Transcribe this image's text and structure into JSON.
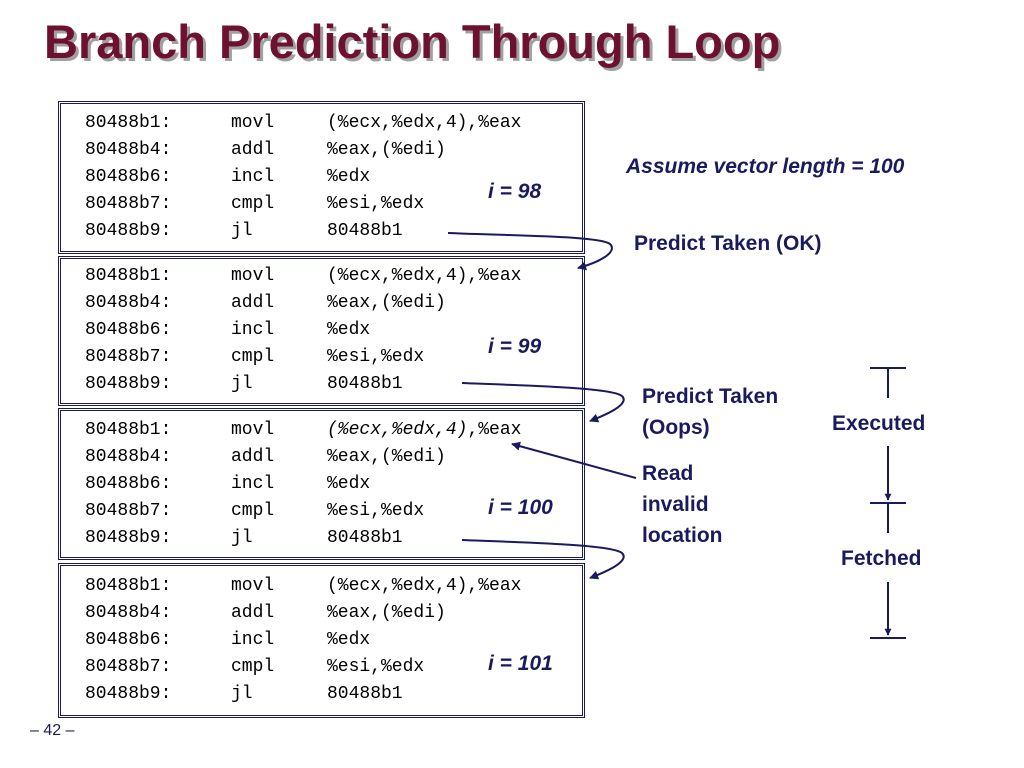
{
  "title": "Branch Prediction Through Loop",
  "assumption": "Assume vector length = 100",
  "blocks": [
    {
      "iteration": "i = 98",
      "rows": [
        {
          "addr": "80488b1:",
          "op": "movl",
          "arg": "(%ecx,%edx,4),%eax"
        },
        {
          "addr": "80488b4:",
          "op": "addl",
          "arg": "%eax,(%edi)"
        },
        {
          "addr": "80488b6:",
          "op": "incl",
          "arg": "%edx"
        },
        {
          "addr": "80488b7:",
          "op": "cmpl",
          "arg": "%esi,%edx"
        },
        {
          "addr": "80488b9:",
          "op": "jl",
          "arg": "80488b1"
        }
      ]
    },
    {
      "iteration": "i = 99",
      "rows": [
        {
          "addr": "80488b1:",
          "op": "movl",
          "arg": "(%ecx,%edx,4),%eax"
        },
        {
          "addr": "80488b4:",
          "op": "addl",
          "arg": "%eax,(%edi)"
        },
        {
          "addr": "80488b6:",
          "op": "incl",
          "arg": "%edx"
        },
        {
          "addr": "80488b7:",
          "op": "cmpl",
          "arg": "%esi,%edx"
        },
        {
          "addr": "80488b9:",
          "op": "jl",
          "arg": "80488b1"
        }
      ]
    },
    {
      "iteration": "i = 100",
      "rows": [
        {
          "addr": "80488b1:",
          "op": "movl",
          "arg_italic": "(%ecx,%edx,4)",
          "arg_rest": ",%eax"
        },
        {
          "addr": "80488b4:",
          "op": "addl",
          "arg": "%eax,(%edi)"
        },
        {
          "addr": "80488b6:",
          "op": "incl",
          "arg": "%edx"
        },
        {
          "addr": "80488b7:",
          "op": "cmpl",
          "arg": "%esi,%edx"
        },
        {
          "addr": "80488b9:",
          "op": "jl",
          "arg": "80488b1"
        }
      ]
    },
    {
      "iteration": "i = 101",
      "rows": [
        {
          "addr": "80488b1:",
          "op": "movl",
          "arg": "(%ecx,%edx,4),%eax"
        },
        {
          "addr": "80488b4:",
          "op": "addl",
          "arg": "%eax,(%edi)"
        },
        {
          "addr": "80488b6:",
          "op": "incl",
          "arg": "%edx"
        },
        {
          "addr": "80488b7:",
          "op": "cmpl",
          "arg": "%esi,%edx"
        },
        {
          "addr": "80488b9:",
          "op": "jl",
          "arg": "80488b1"
        }
      ]
    }
  ],
  "annotations": {
    "predict_ok": "Predict Taken (OK)",
    "predict_oops_line1": "Predict Taken",
    "predict_oops_line2": "(Oops)",
    "read_invalid_line1": "Read",
    "read_invalid_line2": "invalid",
    "read_invalid_line3": "location"
  },
  "legend": {
    "executed": "Executed",
    "fetched": "Fetched"
  },
  "page_number": "– 42 –",
  "colors": {
    "title": "#6e1030",
    "text_navy": "#1a1a5e"
  }
}
